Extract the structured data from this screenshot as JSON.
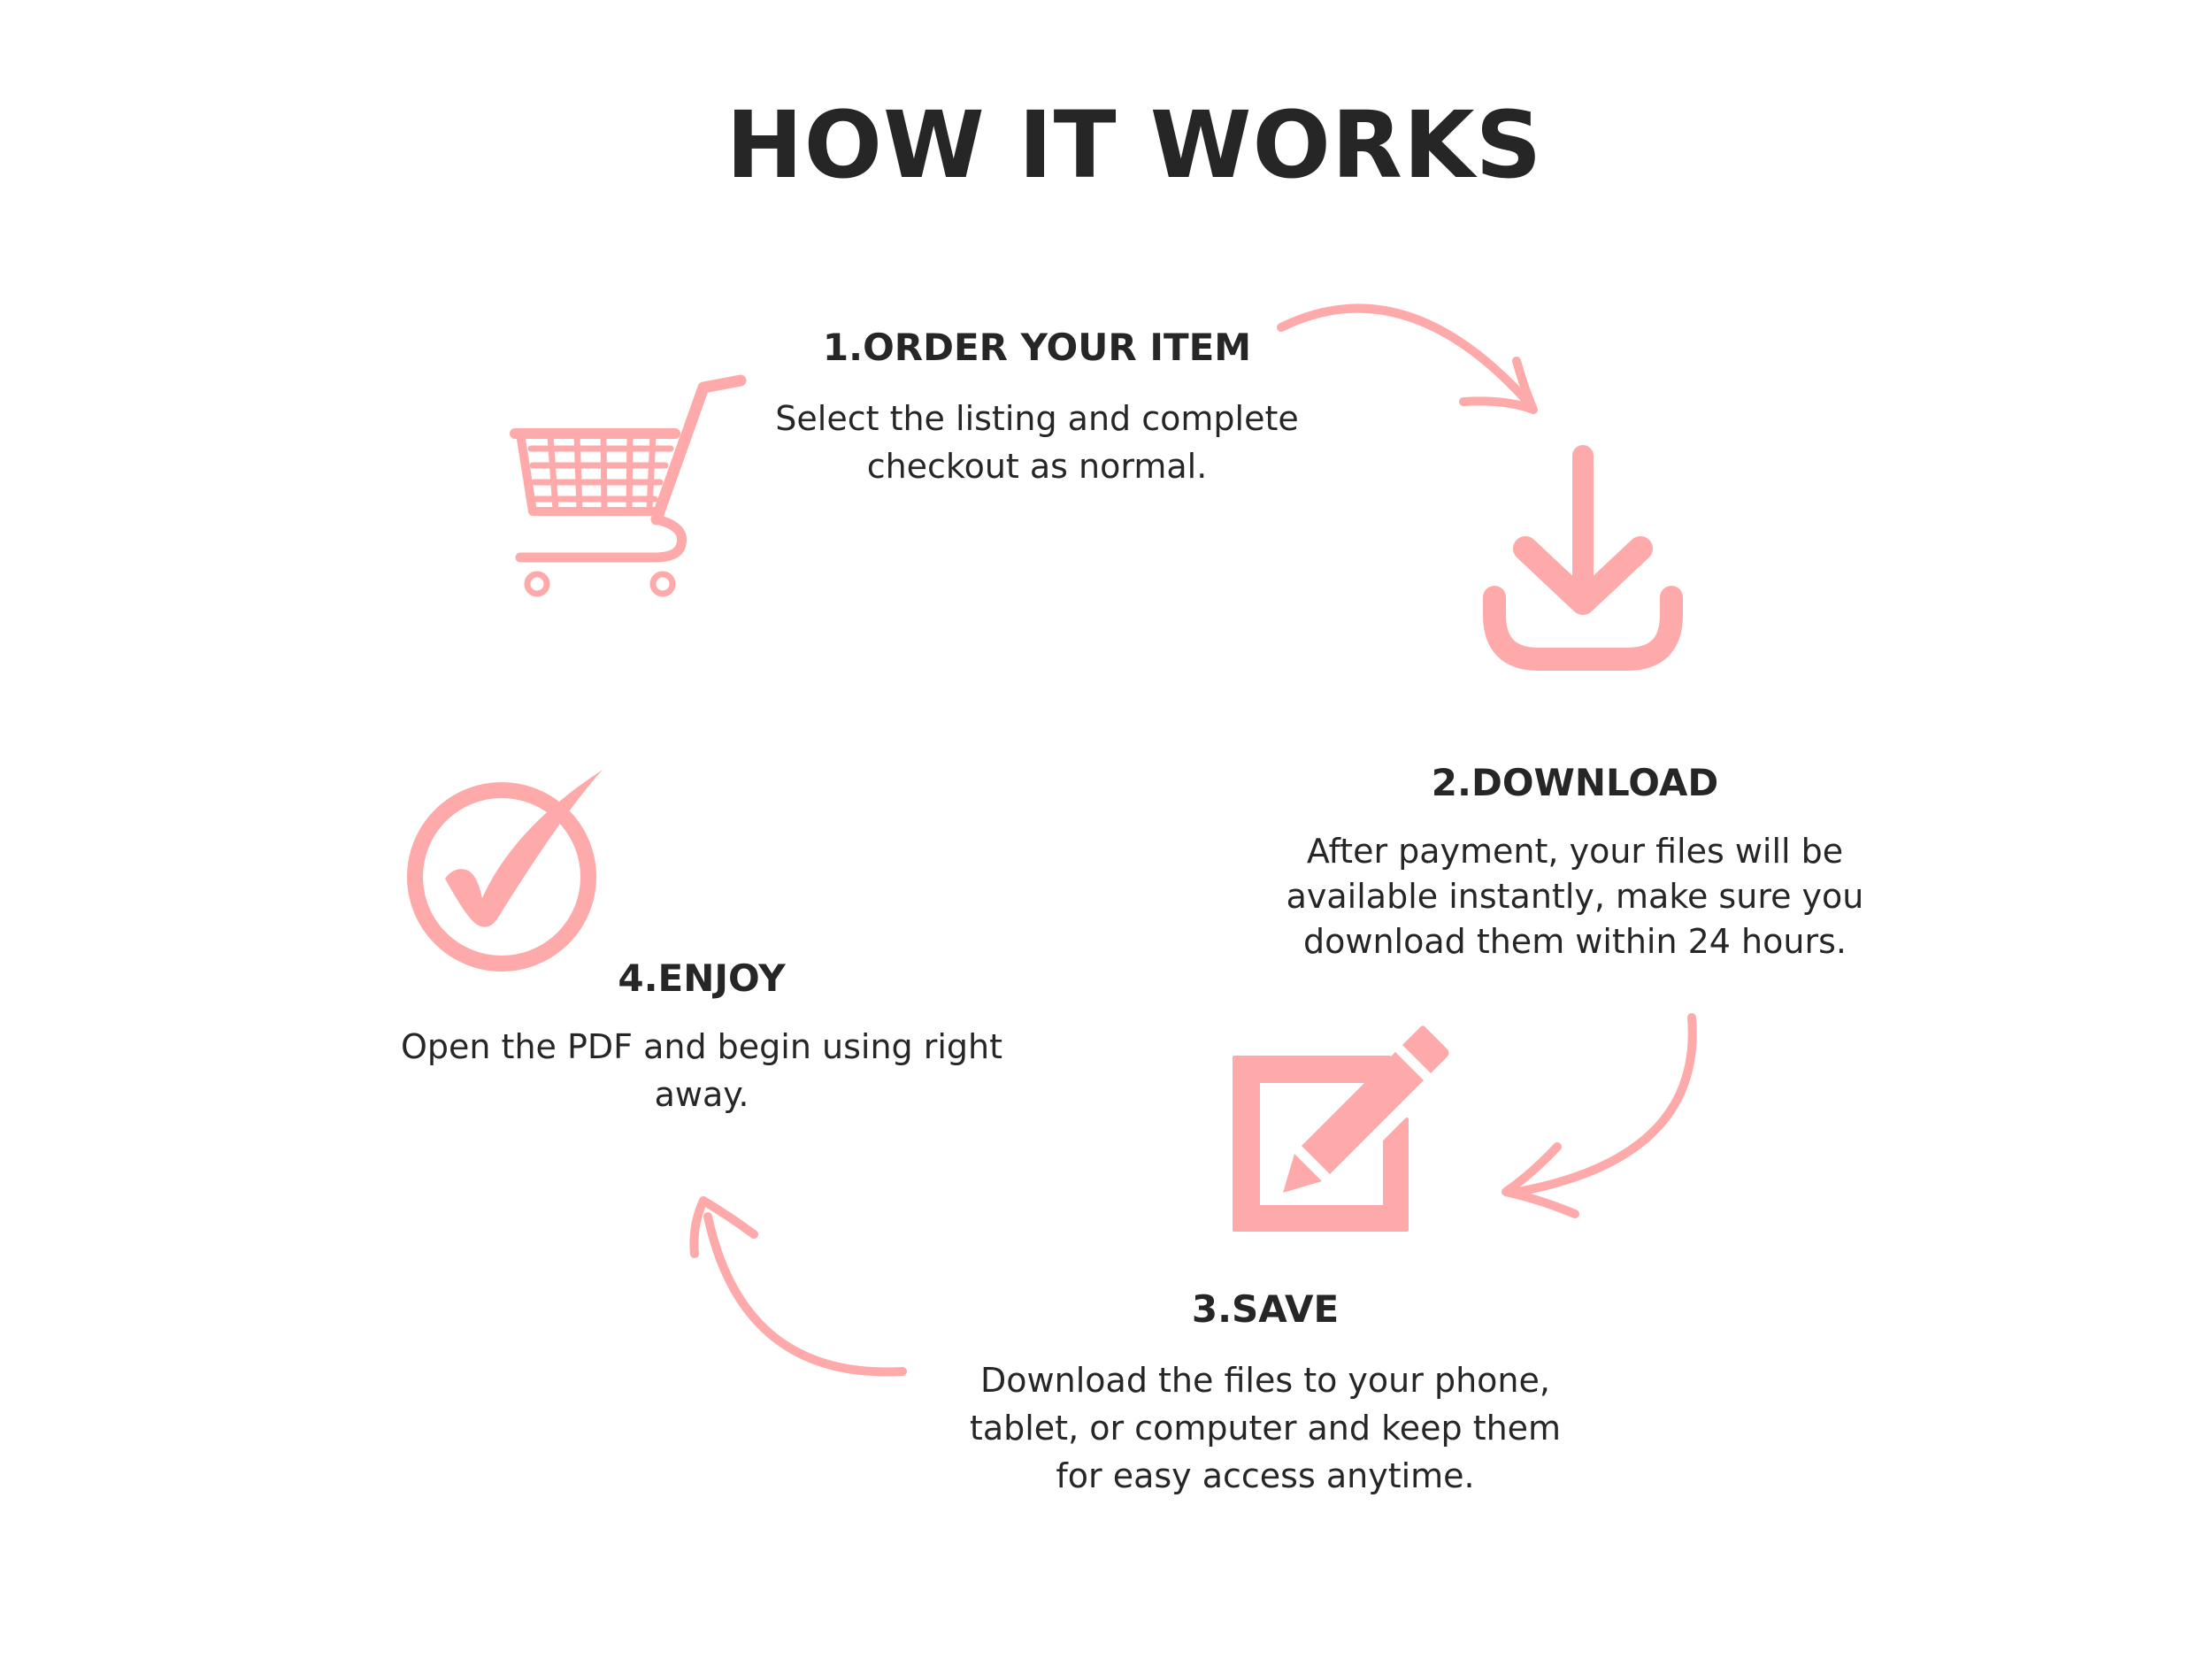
{
  "title": "HOW IT WORKS",
  "accent_color": "#ffaaaa",
  "text_color": "#262626",
  "steps": [
    {
      "title": "1.ORDER YOUR ITEM",
      "description": "Select the listing and complete checkout as normal.",
      "icon": "shopping-cart-icon"
    },
    {
      "title": "2.DOWNLOAD",
      "description": "After payment, your files will be available instantly, make sure you download them within 24 hours.",
      "icon": "download-icon"
    },
    {
      "title": "3.SAVE",
      "description": "Download the files to your phone, tablet, or computer and keep them for easy access anytime.",
      "icon": "edit-document-icon"
    },
    {
      "title": "4.ENJOY",
      "description": "Open the PDF and begin using right away.",
      "icon": "check-circle-icon"
    }
  ]
}
